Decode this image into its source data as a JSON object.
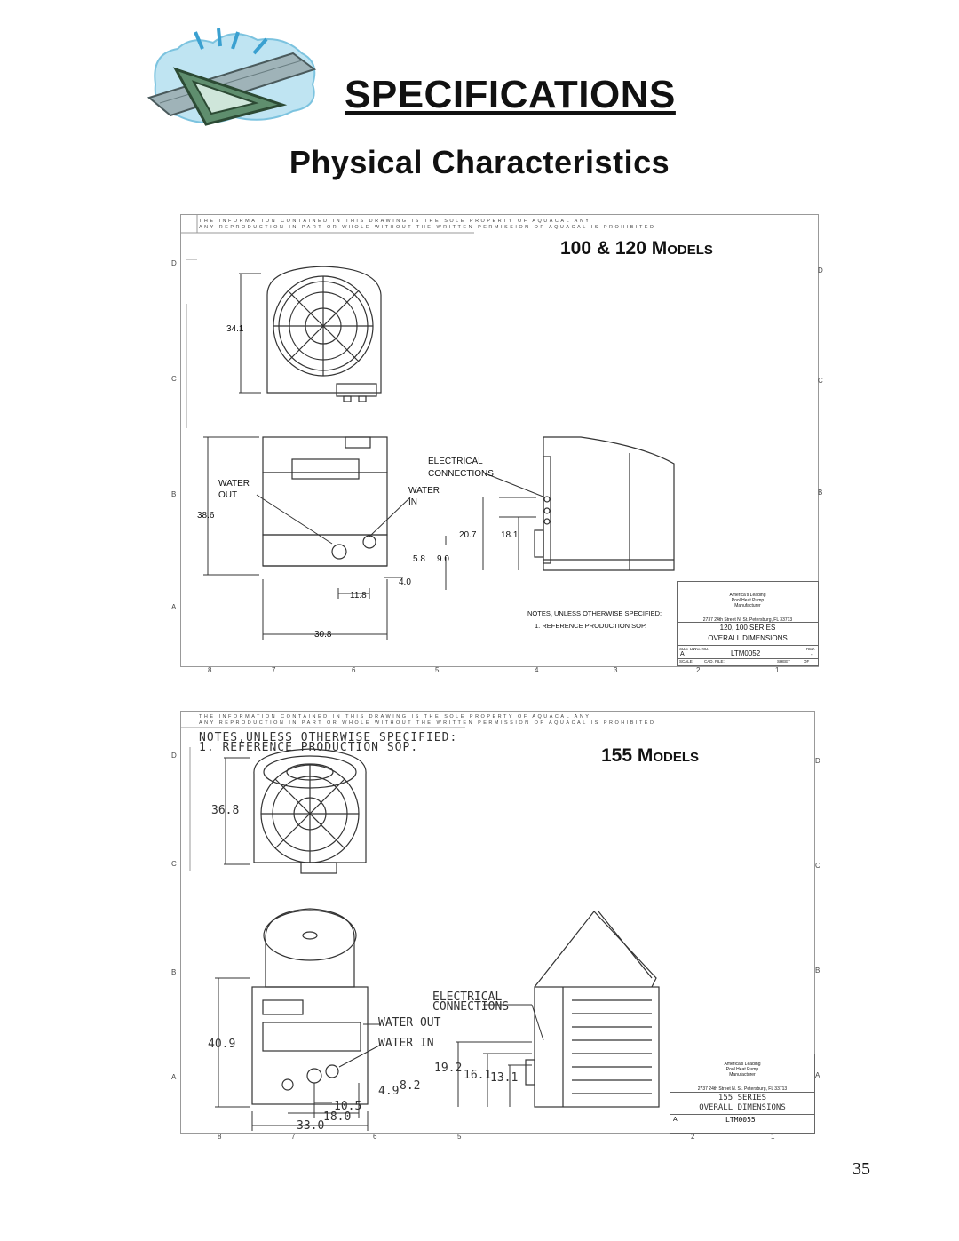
{
  "page": {
    "title": "SPECIFICATIONS",
    "subtitle": "Physical Characteristics",
    "page_number": "35"
  },
  "drawing1": {
    "notice_line1": "THE INFORMATION CONTAINED IN THIS DRAWING IS THE SOLE PROPERTY OF AQUACAL ANY",
    "notice_line2": "ANY REPRODUCTION IN PART OR WHOLE WITHOUT THE WRITTEN PERMISSION OF AQUACAL IS PROHIBITED",
    "models_num": "100 & 120 M",
    "models_rest": "ODELS",
    "dims": {
      "h_front": "34.1",
      "h_body": "38.6",
      "w_total": "30.8",
      "w_mid": "11.8",
      "d_4": "4.0",
      "d_58": "5.8",
      "d_9": "9.0",
      "d_207": "20.7",
      "d_181": "18.1"
    },
    "labels": {
      "water_out_1": "WATER",
      "water_out_2": "OUT",
      "water_in_1": "WATER",
      "water_in_2": "IN",
      "elec_1": "ELECTRICAL",
      "elec_2": "CONNECTIONS"
    },
    "notes_title": "NOTES, UNLESS OTHERWISE SPECIFIED:",
    "notes_1": "1. REFERENCE PRODUCTION SOP.",
    "company_1": "America's Leading",
    "company_2": "Pool Heat Pump",
    "company_3": "Manufacturer",
    "address": "2737 24th Street N. St. Petersburg, FL 33713",
    "series": "120, 100 SERIES",
    "series_2": "OVERALL DIMENSIONS",
    "size_label": "SIZE",
    "dwg_label": "DWG. NO.",
    "rev_label": "REV.",
    "size_val": "A",
    "dwg_no": "LTM0052",
    "rev_val": "-",
    "scale_label": "SCALE",
    "cad_label": "CAD. FILE:",
    "sheet_label": "SHEET",
    "of_label": "OF",
    "col_labels": [
      "8",
      "7",
      "6",
      "5",
      "4",
      "3",
      "2",
      "1"
    ],
    "row_labels": [
      "D",
      "C",
      "B",
      "A"
    ]
  },
  "drawing2": {
    "notice_line1": "THE INFORMATION CONTAINED IN THIS DRAWING IS THE SOLE PROPERTY OF AQUACAL ANY",
    "notice_line2": "ANY REPRODUCTION IN PART OR WHOLE WITHOUT THE WRITTEN PERMISSION OF AQUACAL IS PROHIBITED",
    "notes_title": "NOTES,UNLESS OTHERWISE SPECIFIED:",
    "notes_1": "1. REFERENCE PRODUCTION SOP.",
    "models_num": "155 M",
    "models_rest": "ODELS",
    "dims": {
      "h_front": "36.8",
      "h_body": "40.9",
      "w_total": "33.0",
      "w_18": "18.0",
      "w_105": "10.5",
      "d_49": "4.9",
      "d_82": "8.2",
      "d_192": "19.2",
      "d_161": "16.1",
      "d_131": "13.1"
    },
    "labels": {
      "water_out": "WATER OUT",
      "water_in": "WATER IN",
      "elec_1": "ELECTRICAL",
      "elec_2": "CONNECTIONS"
    },
    "company_1": "America's Leading",
    "company_2": "Pool Heat Pump",
    "company_3": "Manufacturer",
    "address": "2737 24th Street N. St. Petersburg, FL 33713",
    "series": "155 SERIES",
    "series_2": "OVERALL DIMENSIONS",
    "dwg_no": "LTM0055",
    "size_val": "A",
    "col_labels": [
      "8",
      "7",
      "6",
      "5",
      "2",
      "1"
    ],
    "row_labels": [
      "D",
      "C",
      "B",
      "A"
    ]
  }
}
